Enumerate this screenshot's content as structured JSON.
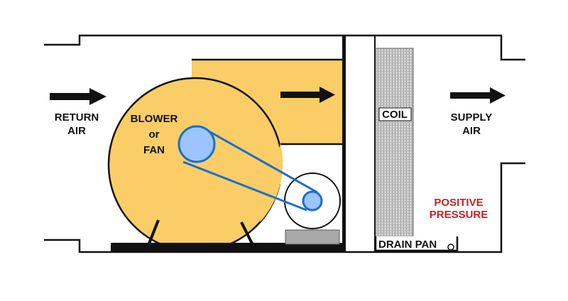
{
  "labels": {
    "return_air": [
      "RETURN",
      "AIR"
    ],
    "blower": [
      "BLOWER",
      "or",
      "FAN"
    ],
    "coil": "COIL",
    "supply_air": [
      "SUPPLY",
      "AIR"
    ],
    "positive_pressure": [
      "POSITIVE",
      "PRESSURE"
    ],
    "drain_pan": "DRAIN PAN"
  },
  "colors": {
    "blower_fill": "#fbcd66",
    "pulley_fill": "#9cc4ff",
    "pulley_stroke": "#1a6fc9",
    "coil_fill": "#c8c8c8",
    "motor_base": "#a8a8a8",
    "alert_text": "#cc1f1f"
  }
}
